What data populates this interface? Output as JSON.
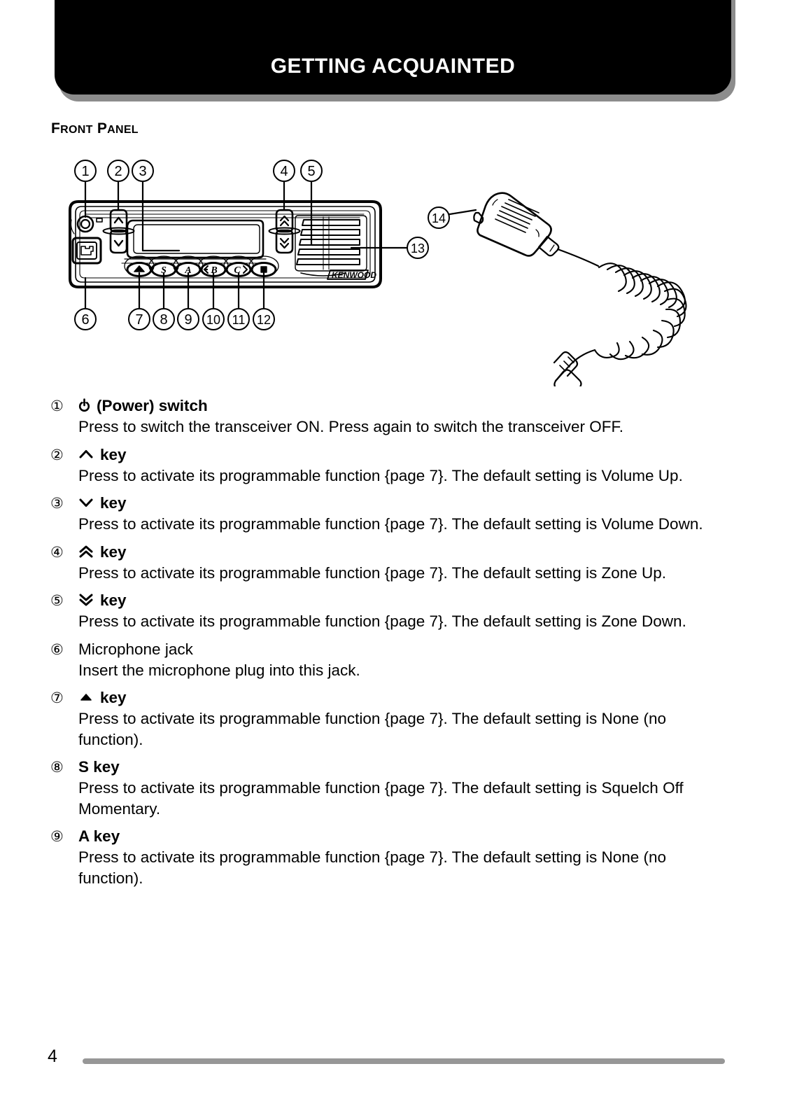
{
  "header": {
    "title": "GETTING ACQUAINTED",
    "banner_color": "#000000",
    "banner_shadow_color": "#8c8c8c",
    "title_color": "#ffffff"
  },
  "section": {
    "heading_first": "F",
    "heading_first_rest": "RONT",
    "heading_second": "P",
    "heading_second_rest": "ANEL",
    "heading_full": "FRONT PANEL"
  },
  "figure": {
    "name": "front-panel-and-microphone-diagram",
    "brand_logo": "KENWOOD",
    "callouts": [
      {
        "id": "1",
        "label": "1"
      },
      {
        "id": "2",
        "label": "2"
      },
      {
        "id": "3",
        "label": "3"
      },
      {
        "id": "4",
        "label": "4"
      },
      {
        "id": "5",
        "label": "5"
      },
      {
        "id": "6",
        "label": "6"
      },
      {
        "id": "7",
        "label": "7"
      },
      {
        "id": "8",
        "label": "8"
      },
      {
        "id": "9",
        "label": "9"
      },
      {
        "id": "10",
        "label": "10"
      },
      {
        "id": "11",
        "label": "11"
      },
      {
        "id": "12",
        "label": "12"
      },
      {
        "id": "13",
        "label": "13"
      },
      {
        "id": "14",
        "label": "14"
      }
    ],
    "panel_button_labels": [
      "△",
      "S",
      "A",
      "B",
      "C",
      "■"
    ]
  },
  "items": [
    {
      "num": "①",
      "icon": "power-symbol",
      "title": "(Power) switch",
      "body": "Press to switch the transceiver ON.  Press again to switch the transceiver OFF."
    },
    {
      "num": "②",
      "icon": "chevron-up",
      "title": "key",
      "body": "Press to activate its programmable function {page 7}.  The default setting is Volume Up."
    },
    {
      "num": "③",
      "icon": "chevron-down",
      "title": "key",
      "body": "Press to activate its programmable function {page 7}.  The default setting is Volume Down."
    },
    {
      "num": "④",
      "icon": "double-chevron-up",
      "title": "key",
      "body": "Press to activate its programmable function {page 7}.  The default setting is Zone Up."
    },
    {
      "num": "⑤",
      "icon": "double-chevron-down",
      "title": "key",
      "body": "Press to activate its programmable function {page 7}.  The default setting is Zone Down."
    },
    {
      "num": "⑥",
      "icon": "none",
      "title": "Microphone jack",
      "body": "Insert the microphone plug into this jack."
    },
    {
      "num": "⑦",
      "icon": "small-triangle",
      "title": "key",
      "body": "Press to activate its programmable function {page 7}.  The default setting is None (no function)."
    },
    {
      "num": "⑧",
      "icon": "none",
      "title": "S key",
      "body": "Press to activate its programmable function {page 7}.  The default setting is Squelch Off Momentary."
    },
    {
      "num": "⑨",
      "icon": "none",
      "title": "A key",
      "body": "Press to activate its programmable function {page 7}.  The default setting is None (no function)."
    }
  ],
  "footer": {
    "page_number": "4",
    "rule_color": "#979797"
  }
}
